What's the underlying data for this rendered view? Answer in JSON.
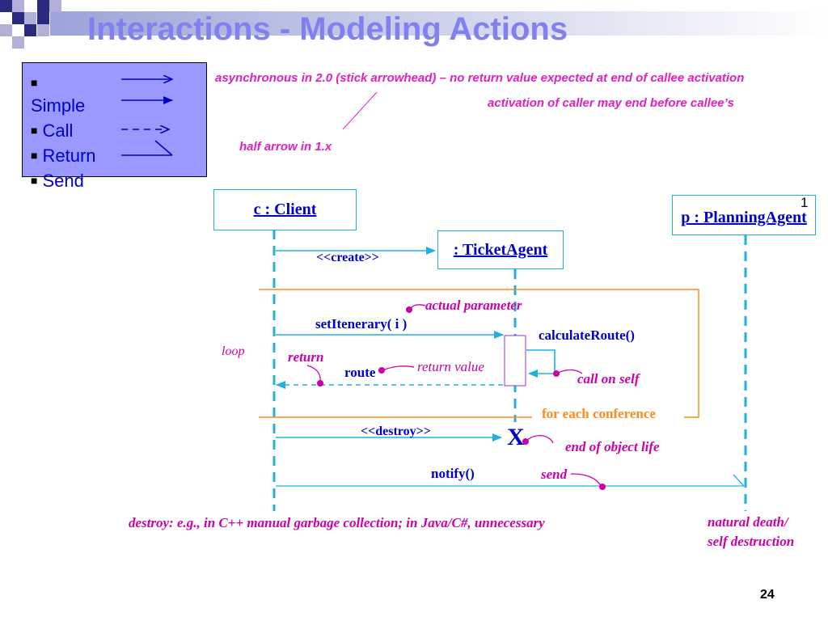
{
  "slide": {
    "title": "Interactions - Modeling Actions",
    "page_number": "24",
    "corner_number": "1"
  },
  "legend": {
    "items": [
      "Simple",
      "Call",
      "Return",
      "Send"
    ]
  },
  "annotations": {
    "async": "asynchronous in 2.0 (stick arrowhead) – no return value expected at end of callee activation",
    "caller_end": "activation of caller may end before callee’s",
    "half_arrow": "half arrow in 1.x"
  },
  "objects": {
    "client": "c : Client",
    "ticket_agent": ": TicketAgent",
    "planning_agent": "p : PlanningAgent"
  },
  "messages": {
    "create": "<<create>>",
    "set_itinerary": "setItenerary( i )",
    "calculate_route": "calculateRoute()",
    "route": "route",
    "destroy": "<<destroy>>",
    "notify": "notify()",
    "x_mark": "X"
  },
  "labels": {
    "actual_parameter": "actual parameter",
    "loop": "loop",
    "return": "return",
    "return_value": "return value",
    "call_on_self": "call on self",
    "for_each": "for each conference",
    "end_of_life": "end of object life",
    "send": "send",
    "destroy_note": "destroy: e.g., in C++ manual garbage collection; in Java/C#, unnecessary",
    "natural_death_1": "natural death/",
    "natural_death_2": "self destruction"
  },
  "colors": {
    "lifeline": "#20b0e0",
    "message": "#20b0e0",
    "loop_frame": "#ff8c1a",
    "annotation": "#e020c0",
    "legend_bg": "#9999ff",
    "title": "#8080ee"
  }
}
